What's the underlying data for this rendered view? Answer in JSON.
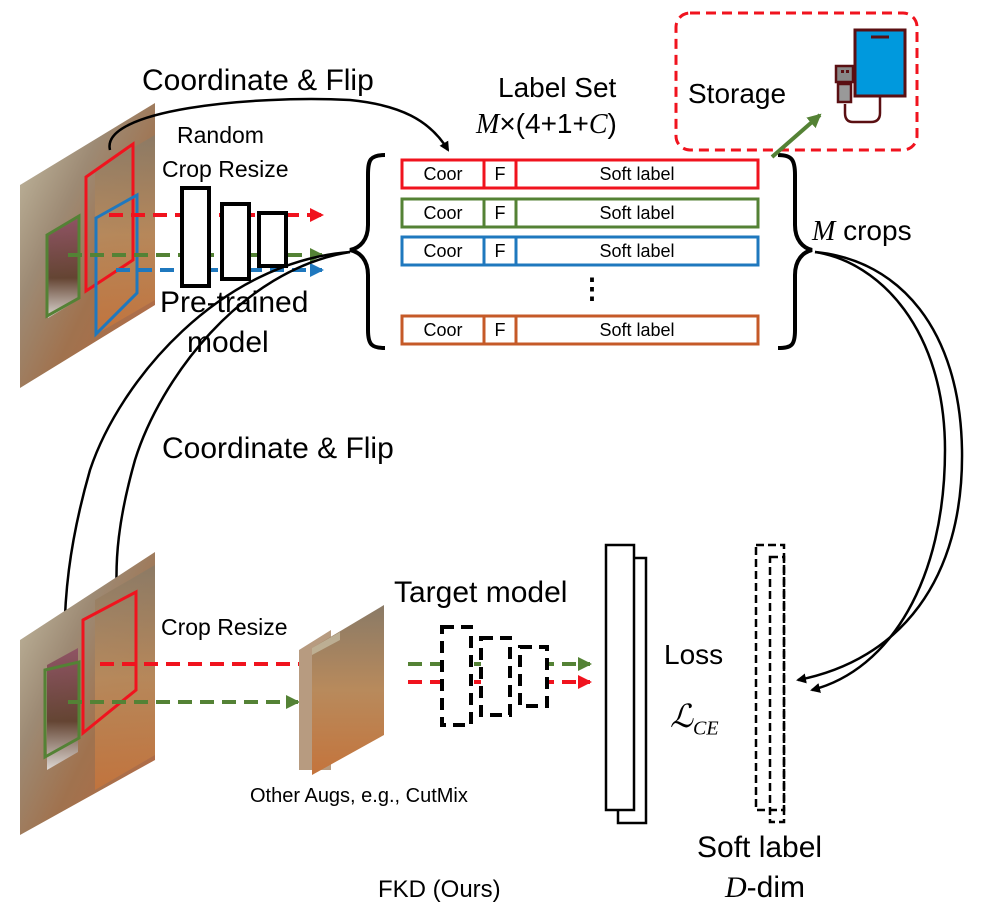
{
  "colors": {
    "red": "#f0131e",
    "green": "#548235",
    "blue": "#1f78be",
    "orange": "#c55a28",
    "black": "#000000",
    "storage_device": "#0099dd",
    "storage_outline": "#5a0f12"
  },
  "top": {
    "coordinate_flip_label": "Coordinate & Flip",
    "random_crop_label_line1": "Random",
    "random_crop_label_line2": "Crop Resize",
    "pretrained_label_line1": "Pre-trained",
    "pretrained_label_line2": "model",
    "label_set_title": "Label Set",
    "label_set_formula_m": "M",
    "label_set_formula_rest": "×(4+1+",
    "label_set_formula_c": "C",
    "label_set_formula_close": ")",
    "storage_label": "Storage",
    "m_crops_m": "M",
    "m_crops_label": " crops",
    "rows": [
      {
        "coor": "Coor",
        "flip": "F",
        "soft": "Soft label",
        "color": "red"
      },
      {
        "coor": "Coor",
        "flip": "F",
        "soft": "Soft label",
        "color": "green"
      },
      {
        "coor": "Coor",
        "flip": "F",
        "soft": "Soft label",
        "color": "blue"
      },
      {
        "coor": "Coor",
        "flip": "F",
        "soft": "Soft label",
        "color": "orange"
      }
    ],
    "ellipsis": "⋮"
  },
  "bottom": {
    "coordinate_flip_label": "Coordinate & Flip",
    "crop_resize_label": "Crop Resize",
    "target_model_label": "Target model",
    "other_augs_label": "Other Augs, e.g., CutMix",
    "loss_label": "Loss",
    "loss_symbol": "ℒ",
    "loss_subscript": "CE",
    "soft_label_label": "Soft label",
    "d_dim_d": "D",
    "d_dim_rest": "-dim",
    "caption": "FKD (Ours)"
  }
}
